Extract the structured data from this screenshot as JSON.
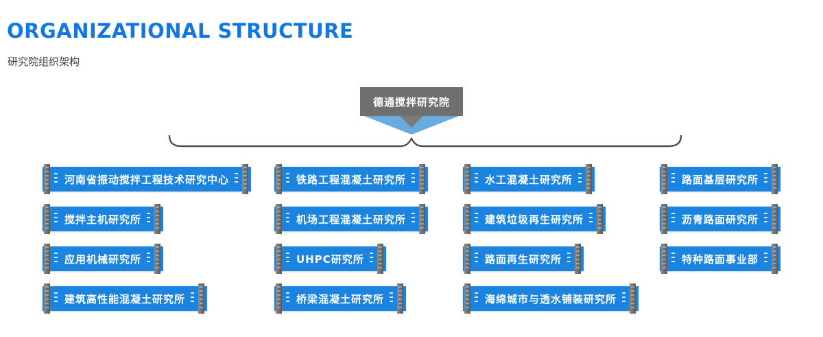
{
  "header": {
    "title": "ORGANIZATIONAL STRUCTURE",
    "subtitle": "研究院组织架构"
  },
  "root": {
    "label": "德通搅拌研究院"
  },
  "columns": [
    {
      "items": [
        "河南省振动搅拌工程技术研究中心",
        "搅拌主机研究所",
        "应用机械研究所",
        "建筑高性能混凝土研究所"
      ]
    },
    {
      "items": [
        "铁路工程混凝土研究所",
        "机场工程混凝土研究所",
        "UHPC研究所",
        "桥梁混凝土研究所"
      ]
    },
    {
      "items": [
        "水工混凝土研究所",
        "建筑垃圾再生研究所",
        "路面再生研究所",
        "海绵城市与透水铺装研究所"
      ]
    },
    {
      "items": [
        "路面基层研究所",
        "沥青路面研究所",
        "特种路面事业部"
      ]
    }
  ],
  "colors": {
    "title_blue": "#1377e0",
    "banner_blue": "#1b84e0",
    "root_gray": "#6f6f6f",
    "funnel_blue": "#68acdf",
    "bracket_gray": "#4d4d4d"
  }
}
